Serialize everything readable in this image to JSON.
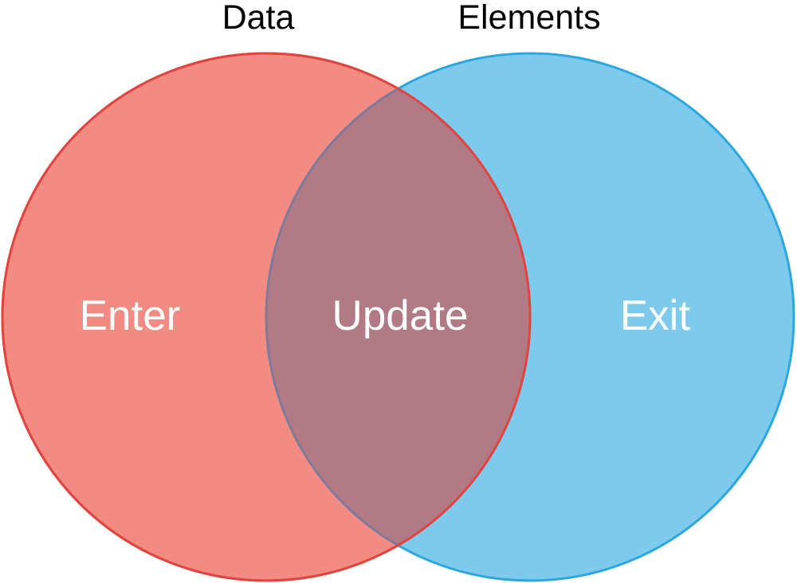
{
  "venn": {
    "sets": [
      {
        "id": "data",
        "title": "Data",
        "fill": "#f28b82",
        "stroke": "#e04540"
      },
      {
        "id": "elements",
        "title": "Elements",
        "fill": "#7ecaed",
        "stroke": "#2aa7df"
      }
    ],
    "regions": {
      "enter": "Enter",
      "update": "Update",
      "exit": "Exit"
    },
    "intersection_fill": "#b27a84",
    "intersection_stroke": "#7f7a9c"
  }
}
